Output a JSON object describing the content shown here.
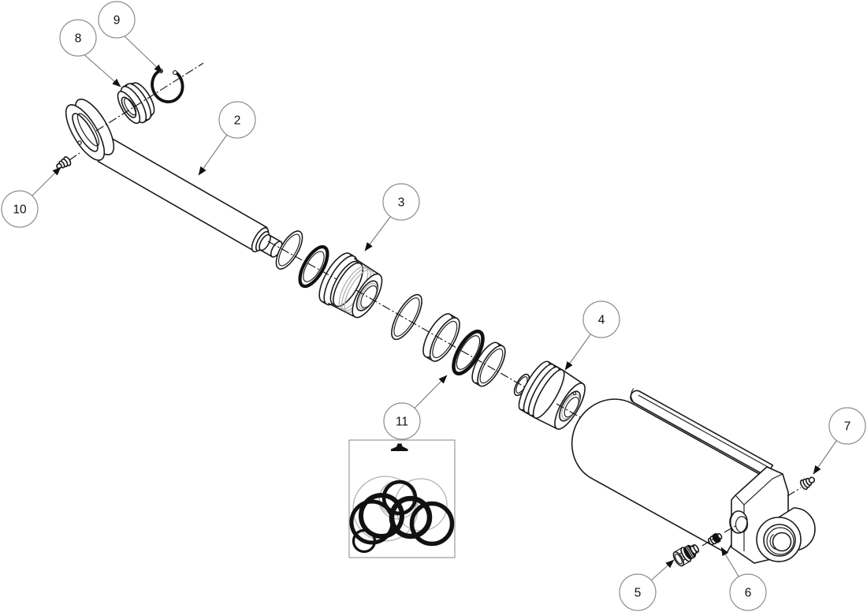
{
  "diagram": {
    "type": "exploded-view-parts-diagram",
    "subject": "hydraulic-cylinder-assembly",
    "background": "#ffffff"
  },
  "colors": {
    "line": "#1a1a1a",
    "seal_black": "#111111",
    "detail_gray": "#b3b3b3",
    "leader": "#7a7a7a",
    "balloon_stroke": "#8c8c8c",
    "centerline": "#141414",
    "background": "#ffffff"
  },
  "callouts": [
    {
      "label": "2",
      "part": "piston-rod"
    },
    {
      "label": "3",
      "part": "gland-head"
    },
    {
      "label": "4",
      "part": "piston"
    },
    {
      "label": "5",
      "part": "port-plug"
    },
    {
      "label": "6",
      "part": "orifice-fitting"
    },
    {
      "label": "7",
      "part": "grease-fitting"
    },
    {
      "label": "8",
      "part": "spherical-bearing"
    },
    {
      "label": "9",
      "part": "retaining-ring"
    },
    {
      "label": "10",
      "part": "grease-fitting"
    },
    {
      "label": "11",
      "part": "seal-kit"
    }
  ]
}
